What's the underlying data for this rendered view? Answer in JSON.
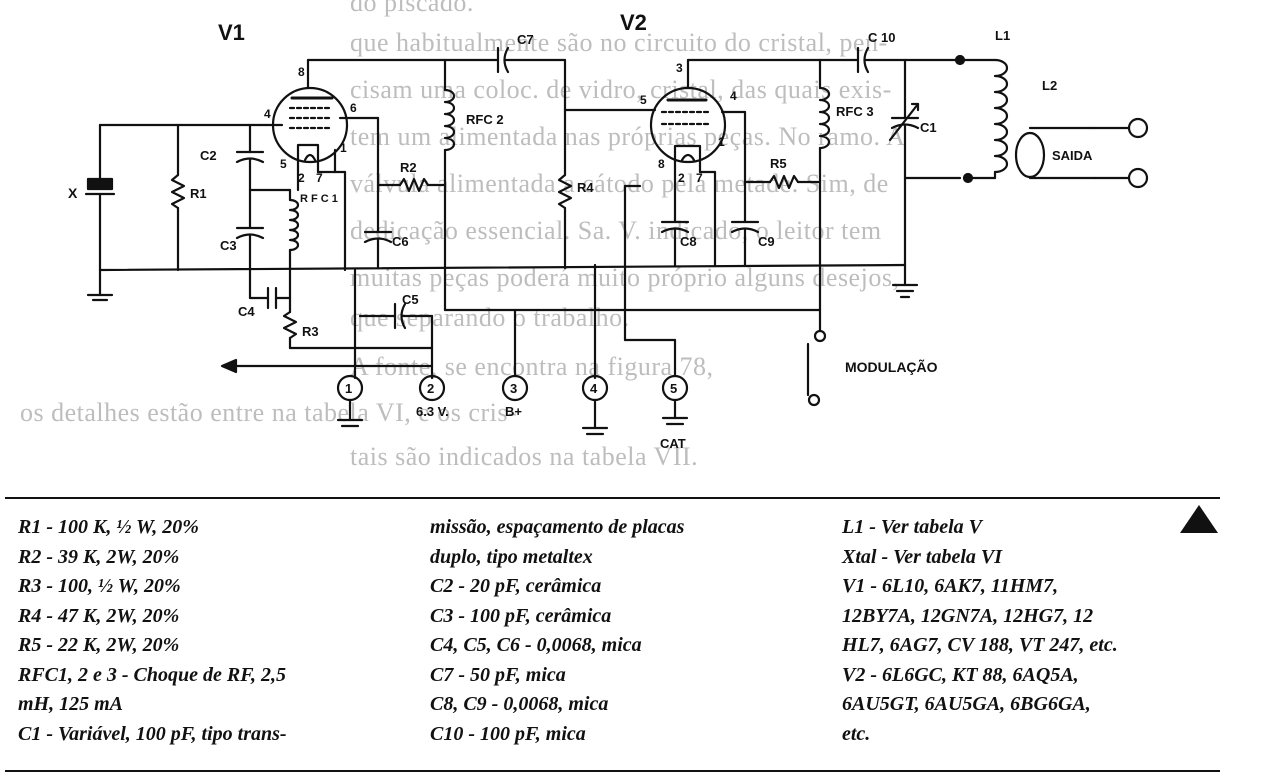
{
  "schematic": {
    "tube_v1": "V1",
    "tube_v2": "V2",
    "labels": {
      "x": "X",
      "r1": "R1",
      "c2": "C2",
      "c3": "C3",
      "c4": "C4",
      "r3": "R3",
      "rfc1": "R F C 1",
      "c6": "C6",
      "r2": "R2",
      "rfc2": "RFC 2",
      "c7": "C7",
      "r4": "R4",
      "c5": "C5",
      "c8": "C8",
      "c9": "C9",
      "r5": "R5",
      "rfc3": "RFC 3",
      "c10": "C 10",
      "c1": "C1",
      "l1": "L1",
      "l2": "L2",
      "saida": "SAIDA",
      "modulacao": "MODULAÇÃO"
    },
    "pins_v1": [
      "8",
      "4",
      "6",
      "5",
      "1",
      "2",
      "7"
    ],
    "pins_v2": [
      "3",
      "5",
      "4",
      "8",
      "1",
      "2",
      "7"
    ],
    "terminals": [
      "1",
      "2",
      "3",
      "4",
      "5"
    ],
    "terminal_labels": {
      "t2": "6.3 V.",
      "t3": "B+",
      "t5": "CAT"
    }
  },
  "background_text": [
    "do piscado.",
    "que habitualmente são no circuito do cristal, pen-",
    "cisam uma coloc. de vidro, cristal, das quais exis-",
    "tem um alimentada nas próprias peças. No ramo. A",
    "válvula alimentada a cátodo pela metade. Sim, de",
    "dedicação essencial. Sa. V. indicado, o leitor tem",
    "muitas peças poderá muito próprio alguns desejos,",
    "que separando o trabalho.",
    "A fonte, se encontra na figura 78,",
    "os detalhes estão entre na tabela VI, e os cris-",
    "tais são indicados na tabela VII."
  ],
  "parts_list": {
    "col1": [
      "R1 - 100 K, ½ W, 20%",
      "R2 - 39 K, 2W, 20%",
      "R3 - 100, ½ W, 20%",
      "R4 - 47 K, 2W, 20%",
      "R5 - 22 K, 2W, 20%",
      "RFC1, 2 e 3 - Choque de RF, 2,5",
      "mH, 125 mA",
      "C1 - Variável, 100 pF, tipo trans-"
    ],
    "col2": [
      "missão, espaçamento de placas",
      "duplo, tipo metaltex",
      "C2 - 20 pF, cerâmica",
      "C3 - 100 pF, cerâmica",
      "C4, C5, C6 - 0,0068, mica",
      "C7 - 50 pF, mica",
      "C8, C9 - 0,0068, mica",
      "C10 - 100 pF, mica"
    ],
    "col3": [
      "L1 - Ver tabela V",
      "Xtal - Ver tabela VI",
      "V1 - 6L10, 6AK7, 11HM7,",
      "12BY7A, 12GN7A, 12HG7, 12",
      "HL7, 6AG7, CV 188, VT 247, etc.",
      "V2 - 6L6GC, KT 88, 6AQ5A,",
      "6AU5GT, 6AU5GA, 6BG6GA,",
      "etc."
    ]
  }
}
